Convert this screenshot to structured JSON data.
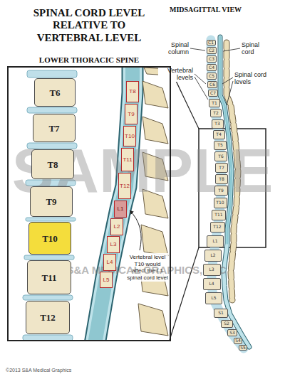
{
  "diagram": {
    "title": "SPINAL CORD LEVEL RELATIVE TO VERTEBRAL LEVEL",
    "nodes": [
      {
        "text": [
          "LOWER THORACIC SPINE"
        ]
      },
      {
        "text": [
          "T6"
        ],
        "in": 0
      },
      {
        "text": [
          "T7"
        ],
        "in": 0
      },
      {
        "text": [
          "T8"
        ],
        "in": 0
      },
      {
        "text": [
          "T9"
        ],
        "in": 0
      },
      {
        "text": [
          "T10"
        ],
        "in": 0
      },
      {
        "text": [
          "T11"
        ],
        "in": 0
      },
      {
        "text": [
          "T12"
        ],
        "in": 0
      },
      {
        "text": [
          "T8"
        ],
        "in": 0
      },
      {
        "text": [
          "T9"
        ],
        "in": 0
      },
      {
        "text": [
          "T10"
        ],
        "in": 0
      },
      {
        "text": [
          "T11"
        ],
        "in": 0
      },
      {
        "text": [
          "T12"
        ],
        "in": 0
      },
      {
        "text": [
          "L1"
        ],
        "in": 0
      },
      {
        "text": [
          "L2"
        ],
        "in": 0
      },
      {
        "text": [
          "L3"
        ],
        "in": 0
      },
      {
        "text": [
          "L4"
        ],
        "in": 0
      },
      {
        "text": [
          "L5"
        ],
        "in": 0
      },
      {
        "text": [
          "C1"
        ]
      },
      {
        "text": [
          "C2"
        ]
      },
      {
        "text": [
          "C3"
        ]
      },
      {
        "text": [
          "C4"
        ]
      },
      {
        "text": [
          "C5"
        ]
      },
      {
        "text": [
          "C6"
        ]
      },
      {
        "text": [
          "C7"
        ]
      },
      {
        "text": [
          "T1"
        ]
      },
      {
        "text": [
          "T2"
        ]
      },
      {
        "text": [
          "T3"
        ]
      },
      {
        "text": [
          "T4"
        ]
      },
      {
        "text": [
          "T5"
        ]
      },
      {
        "text": [
          "T6"
        ]
      },
      {
        "text": [
          "T7"
        ]
      },
      {
        "text": [
          "T8"
        ]
      },
      {
        "text": [
          "T9"
        ]
      },
      {
        "text": [
          "T10"
        ]
      },
      {
        "text": [
          "T11"
        ]
      },
      {
        "text": [
          "T12"
        ]
      },
      {
        "text": [
          "L1"
        ]
      },
      {
        "text": [
          "L2"
        ]
      },
      {
        "text": [
          "L3"
        ]
      },
      {
        "text": [
          "L4"
        ]
      },
      {
        "text": [
          "L5"
        ]
      },
      {
        "text": [
          "S1"
        ]
      },
      {
        "text": [
          "S2"
        ]
      },
      {
        "text": [
          "S3"
        ]
      },
      {
        "text": [
          "S4"
        ]
      },
      {
        "text": [
          "S5"
        ]
      }
    ],
    "labels": [
      "MIDSAGITTAL VIEW",
      "Spinal column",
      "Spinal cord",
      "Vertebral levels",
      "Spinal cord levels",
      "Vertebral level T10 would affect the L1 spinal cord level",
      "SAMPLE",
      "©S&A MEDICAL GRAPHICS, LLC",
      "©2013 S&A Medical Graphics"
    ]
  }
}
